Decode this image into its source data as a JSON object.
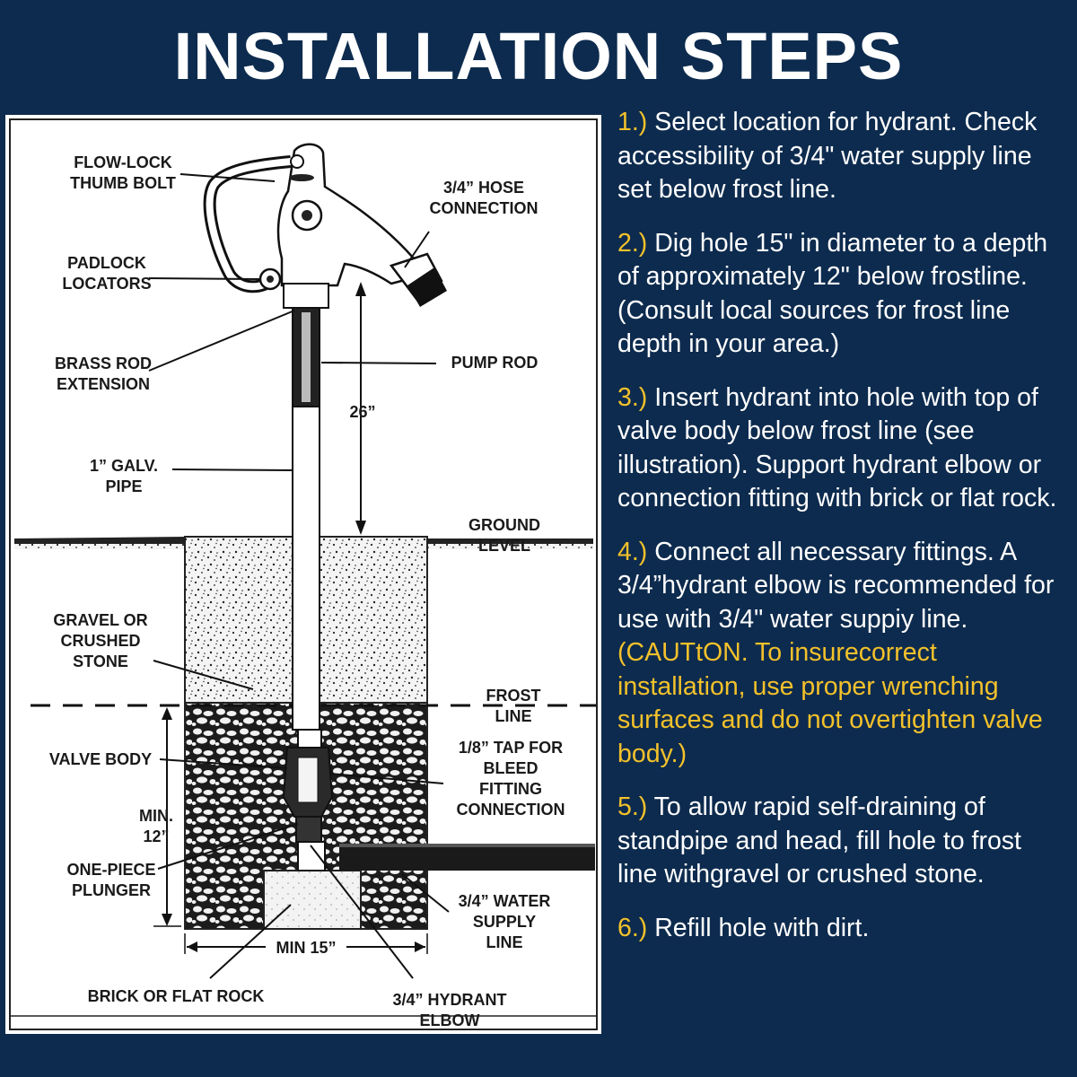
{
  "title": "INSTALLATION STEPS",
  "labels": {
    "flow_lock": "FLOW-LOCK\nTHUMB BOLT",
    "hose": "3/4” HOSE\nCONNECTION",
    "padlock": "PADLOCK\nLOCATORS",
    "brass_rod": "BRASS ROD\nEXTENSION",
    "pump_rod": "PUMP ROD",
    "dim_26": "26”",
    "galv_pipe": "1” GALV.\nPIPE",
    "ground_level": "GROUND LEVEL",
    "gravel": "GRAVEL OR\nCRUSHED\nSTONE",
    "frost_line": "FROST LINE",
    "valve_body": "VALVE BODY",
    "tap": "1/8” TAP FOR\nBLEED FITTING\nCONNECTION",
    "min_12": "MIN.\n12”",
    "plunger": "ONE-PIECE\nPLUNGER",
    "water_supply": "3/4” WATER\nSUPPLY LINE",
    "min_15": "MIN 15”",
    "brick": "BRICK OR FLAT ROCK",
    "elbow": "3/4” HYDRANT ELBOW"
  },
  "steps": [
    {
      "num": "1.)",
      "text": "Select location for hydrant. Check accessibility of 3/4\" water supply line set below frost line.",
      "caution": ""
    },
    {
      "num": "2.)",
      "text": "Dig hole 15\" in diameter to a depth of approximately 12\" below frostline. (Consult local sources for frost line depth in your area.)",
      "caution": ""
    },
    {
      "num": "3.)",
      "text": "Insert hydrant into hole with top of valve body below frost line (see illustration). Support hydrant elbow or connection fitting with brick or flat rock.",
      "caution": ""
    },
    {
      "num": "4.)",
      "text": "Connect all necessary fittings. A 3/4”hydrant elbow is recommended for use with 3/4\" water suppiy line.",
      "caution": "(CAUTtON. To insurecorrect installation, use proper wrenching surfaces and do not overtighten valve body.)"
    },
    {
      "num": "5.)",
      "text": "To allow rapid self-draining of standpipe and head, fill hole to frost line withgravel or crushed stone.",
      "caution": ""
    },
    {
      "num": "6.)",
      "text": "Refill hole with dirt.",
      "caution": ""
    }
  ],
  "colors": {
    "background": "#0d2b4e",
    "accent": "#f3c12b",
    "text": "#ffffff"
  }
}
